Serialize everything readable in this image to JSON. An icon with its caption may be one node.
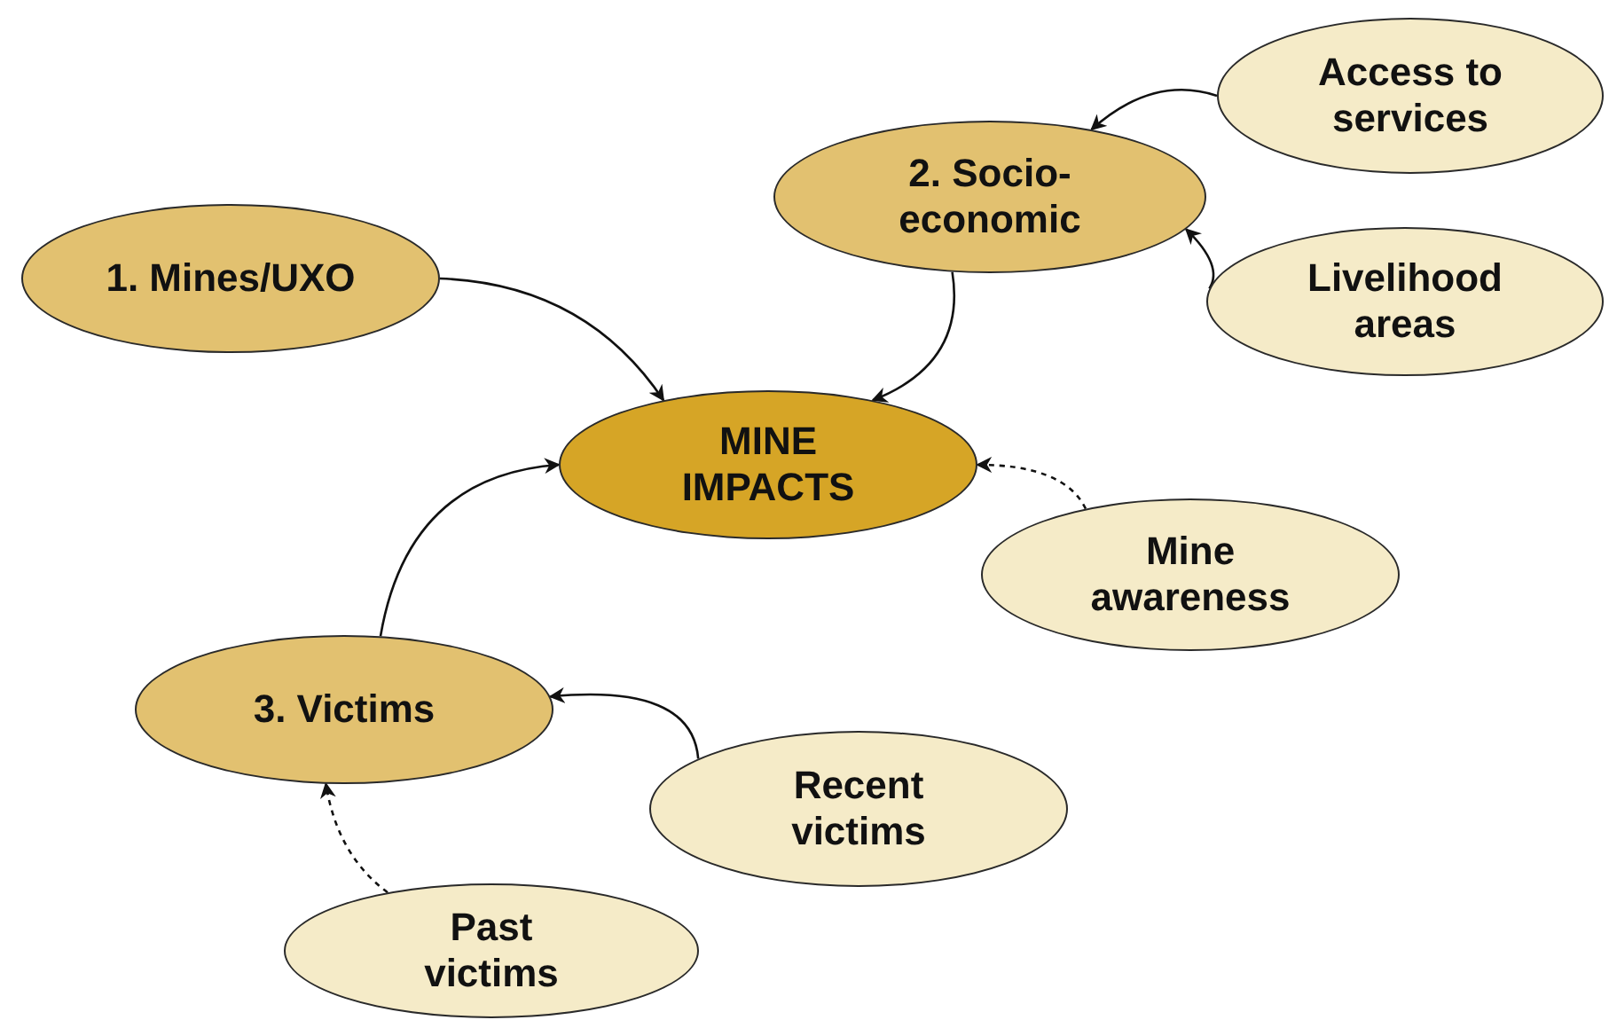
{
  "diagram": {
    "nodes": [
      {
        "text": [
          "MINE IMPACTS"
        ]
      },
      {
        "text": [
          "1.  Mines/UXO"
        ]
      },
      {
        "text": [
          "2. Socio-economic"
        ]
      },
      {
        "text": [
          "3.  Victims"
        ]
      },
      {
        "text": [
          "Access to services"
        ]
      },
      {
        "text": [
          "Livelihood areas"
        ]
      },
      {
        "text": [
          "Mine awareness"
        ]
      },
      {
        "text": [
          "Recent victims"
        ]
      },
      {
        "text": [
          "Past victims"
        ]
      }
    ],
    "edges": [
      {
        "from": 1,
        "to": 0,
        "arrow": "to"
      },
      {
        "from": 2,
        "to": 0,
        "arrow": "to"
      },
      {
        "from": 4,
        "to": 2,
        "arrow": "to"
      },
      {
        "from": 5,
        "to": 2,
        "arrow": "to"
      },
      {
        "from": 6,
        "to": 0,
        "arrow": "to",
        "style": "dashed"
      },
      {
        "from": 3,
        "to": 0,
        "arrow": "to"
      },
      {
        "from": 7,
        "to": 3,
        "arrow": "to"
      },
      {
        "from": 8,
        "to": 3,
        "arrow": "to",
        "style": "dashed"
      }
    ]
  }
}
